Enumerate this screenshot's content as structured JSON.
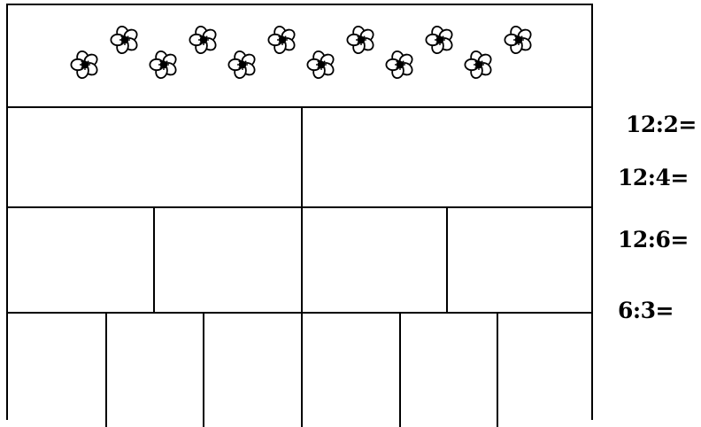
{
  "worksheet": {
    "flower_icon": "flower-icon",
    "flower_count": 12,
    "rows": [
      {
        "parts": 2
      },
      {
        "parts": 4
      },
      {
        "parts": 6
      }
    ],
    "equations": [
      "12:2=",
      "12:4=",
      "12:6=",
      "6:3="
    ]
  }
}
